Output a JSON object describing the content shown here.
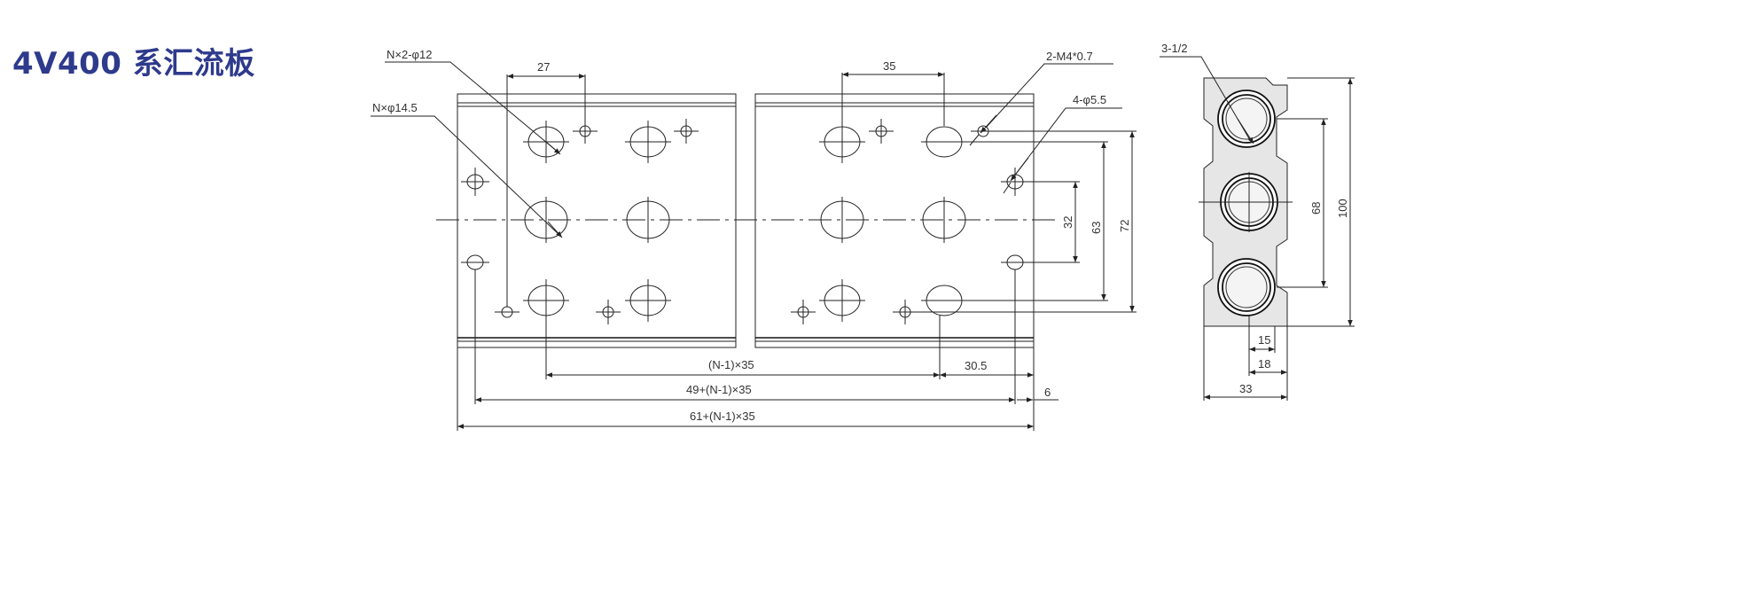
{
  "title": "4V400 系汇流板",
  "dimensions": {
    "n2_phi12": "N×2-φ12",
    "n_phi14_5": "N×φ14.5",
    "d27": "27",
    "d35_top": "35",
    "m4": "2-M4*0.7",
    "phi5_5": "4-φ5.5",
    "d32": "32",
    "d63": "63",
    "d72": "72",
    "n1x35": "(N-1)×35",
    "d30_5": "30.5",
    "d49": "49+(N-1)×35",
    "d6": "6",
    "d61": "61+(N-1)×35",
    "thread": "3-1/2",
    "d68": "68",
    "d100": "100",
    "d15": "15",
    "d18": "18",
    "d33": "33"
  }
}
